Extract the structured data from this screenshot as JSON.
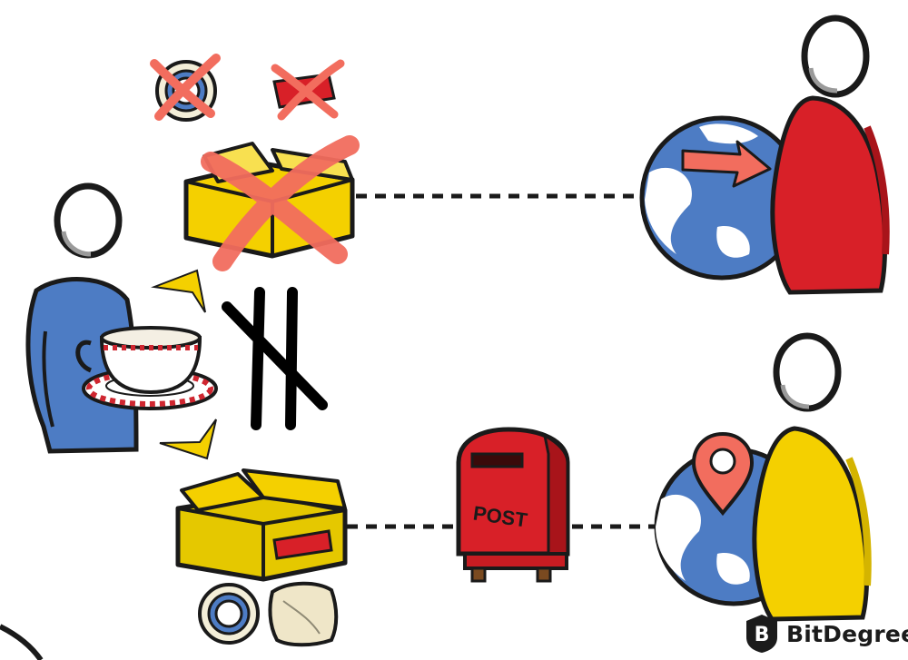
{
  "mailbox": {
    "label": "POST"
  },
  "brand": {
    "name": "BitDegree",
    "logo_letter": "B"
  },
  "colors": {
    "outline": "#1a1a1a",
    "blue": "#4d7cc4",
    "red": "#d82028",
    "yellow": "#f4d000",
    "cross": "#f26d5e",
    "cup_stripe": "#cf2630"
  },
  "icons": [
    "person-icon",
    "teacup-icon",
    "box-icon",
    "tape-icon",
    "label-icon",
    "cushion-icon",
    "mailbox-icon",
    "globe-icon",
    "arrow-icon",
    "location-pin-icon",
    "not-equal-icon",
    "cross-icon"
  ]
}
